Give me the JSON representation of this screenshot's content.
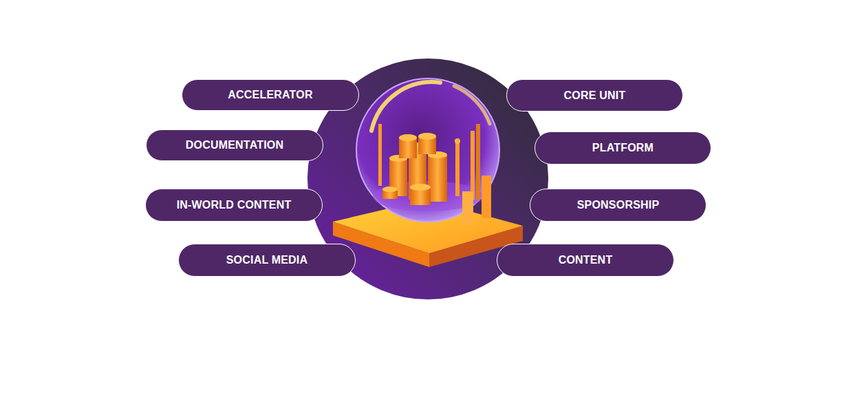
{
  "diagram": {
    "nodes": [
      {
        "text": [
          "ACCELERATOR"
        ]
      },
      {
        "text": [
          "CORE UNIT"
        ]
      },
      {
        "text": [
          "DOCUMENTATION"
        ]
      },
      {
        "text": [
          "PLATFORM"
        ]
      },
      {
        "text": [
          "IN-WORLD CONTENT"
        ]
      },
      {
        "text": [
          "SPONSORSHIP"
        ]
      },
      {
        "text": [
          "SOCIAL MEDIA"
        ]
      },
      {
        "text": [
          "CONTENT"
        ]
      }
    ]
  }
}
